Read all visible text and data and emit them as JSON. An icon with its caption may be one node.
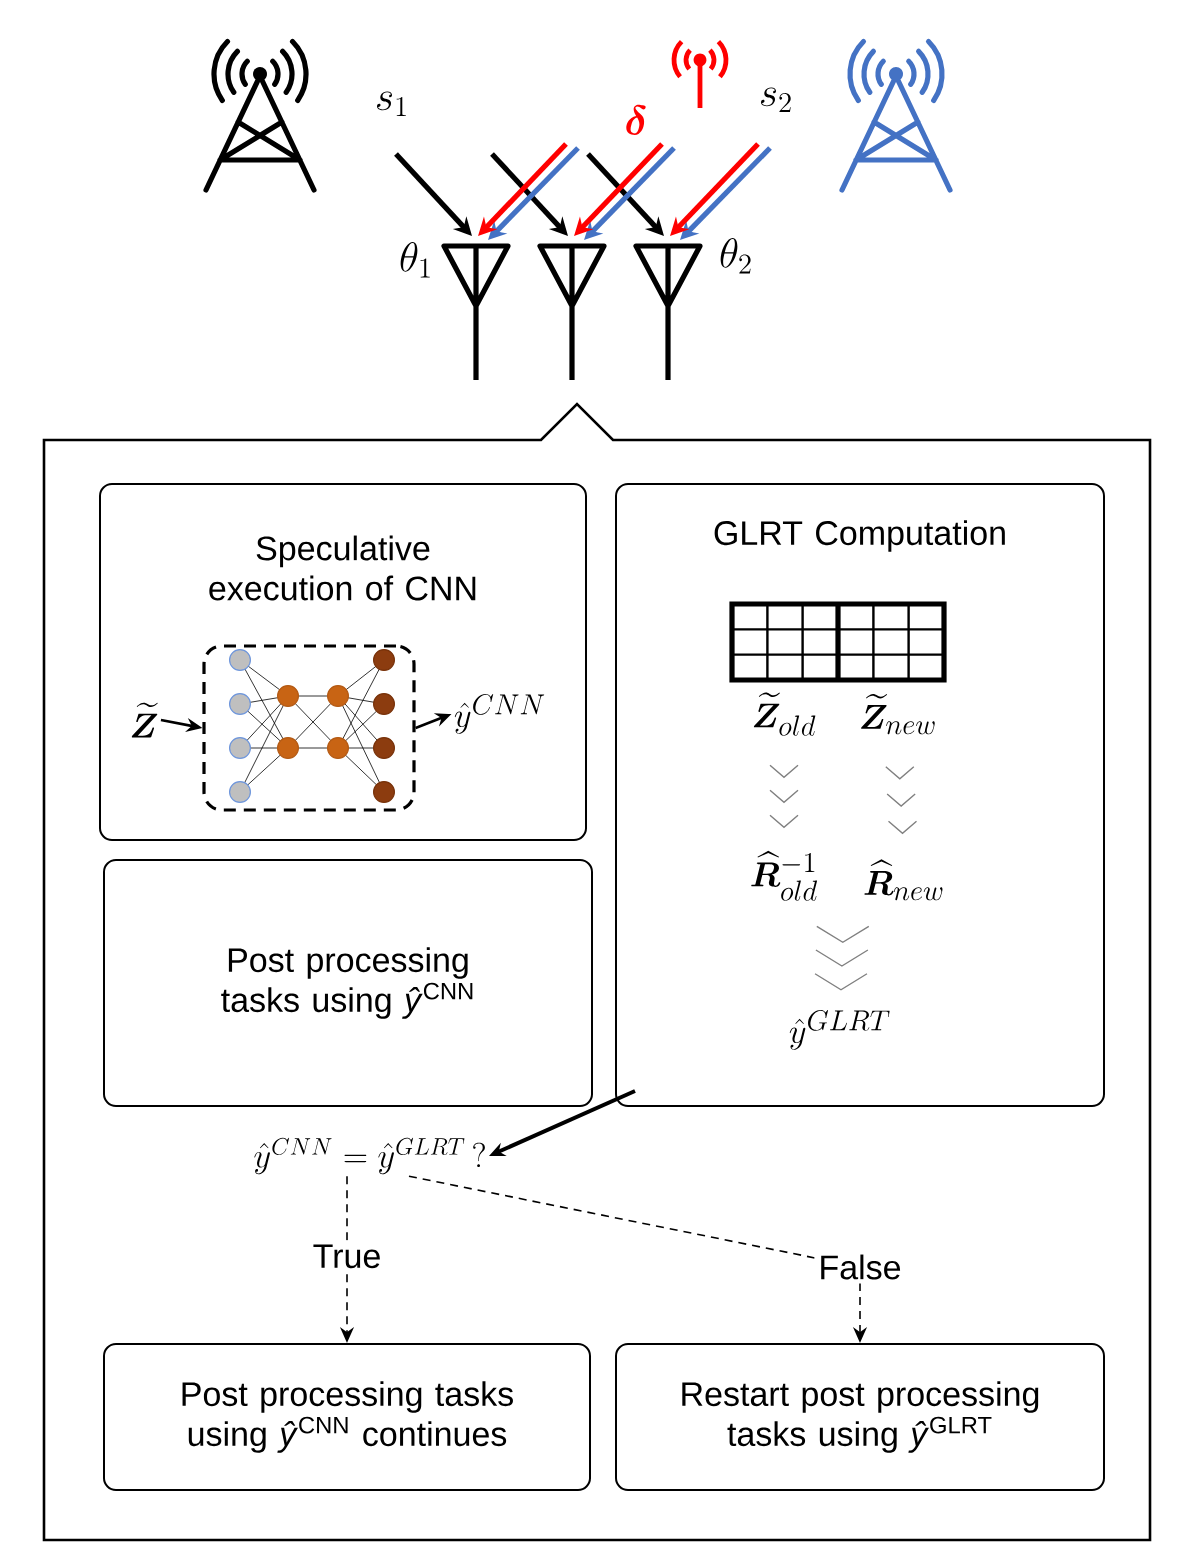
{
  "diagram": {
    "nodes": [
      {
        "text": [],
        "shape": "callout"
      },
      {
        "text": [
          "Speculative execution of CNN"
        ],
        "in": 0
      },
      {
        "text": [
          "\\widetilde{\\boldsymbol{Z}}"
        ],
        "in": 1
      },
      {
        "text": [],
        "shape": "box",
        "in": 1
      },
      {
        "text": [
          "\\hat{y}^{CNN}"
        ],
        "in": 1
      },
      {
        "text": [
          "GLRT Computation"
        ],
        "in": 0
      },
      {
        "text": [
          "\\widetilde{\\boldsymbol{Z}}_{old}"
        ],
        "in": 5
      },
      {
        "text": [
          "\\widetilde{\\boldsymbol{Z}}_{new}"
        ],
        "in": 5
      },
      {
        "text": [
          "\\widehat{\\boldsymbol{R}}_{old}^{-1}"
        ],
        "in": 5
      },
      {
        "text": [
          "\\widehat{\\boldsymbol{R}}_{new}"
        ],
        "in": 5
      },
      {
        "text": [
          "\\hat{y}^{GLRT}"
        ],
        "in": 5
      },
      {
        "text": [
          "Post processing tasks using *ŷ*$^{CNN}$"
        ],
        "in": 0
      },
      {
        "text": [
          "\\hat{y}^{CNN} = \\hat{y}^{GLRT}\\,\\mathrm{?}"
        ],
        "in": 0
      },
      {
        "text": [
          "Post processing tasks using *ŷ*$^{CNN}$ continues"
        ],
        "in": 0
      },
      {
        "text": [
          "Restart post processing tasks using *ŷ*$^{GLRT}$"
        ],
        "in": 0
      }
    ],
    "edges": [
      {
        "from": 2,
        "to": 3,
        "arrow": "to"
      },
      {
        "from": 3,
        "to": 4,
        "arrow": "to"
      },
      {
        "from": 6,
        "to": 8,
        "arrow": "to",
        "color": "#808080"
      },
      {
        "from": 7,
        "to": 9,
        "arrow": "to",
        "color": "#808080"
      },
      {
        "from": 8,
        "to": 10,
        "arrow": "to",
        "color": "#808080"
      },
      {
        "from": 9,
        "to": 10,
        "arrow": "to",
        "color": "#808080"
      },
      {
        "from": 5,
        "to": 12,
        "arrow": "to"
      },
      {
        "from": 12,
        "to": 13,
        "arrow": "to",
        "label": "True",
        "style": "dashed"
      },
      {
        "from": 12,
        "to": 14,
        "arrow": "to",
        "label": "False",
        "style": "dashed"
      }
    ],
    "labels": [
      "s_1",
      "\\boldsymbol{\\delta}",
      "s_2",
      "\\theta_1",
      "\\theta_2"
    ]
  }
}
